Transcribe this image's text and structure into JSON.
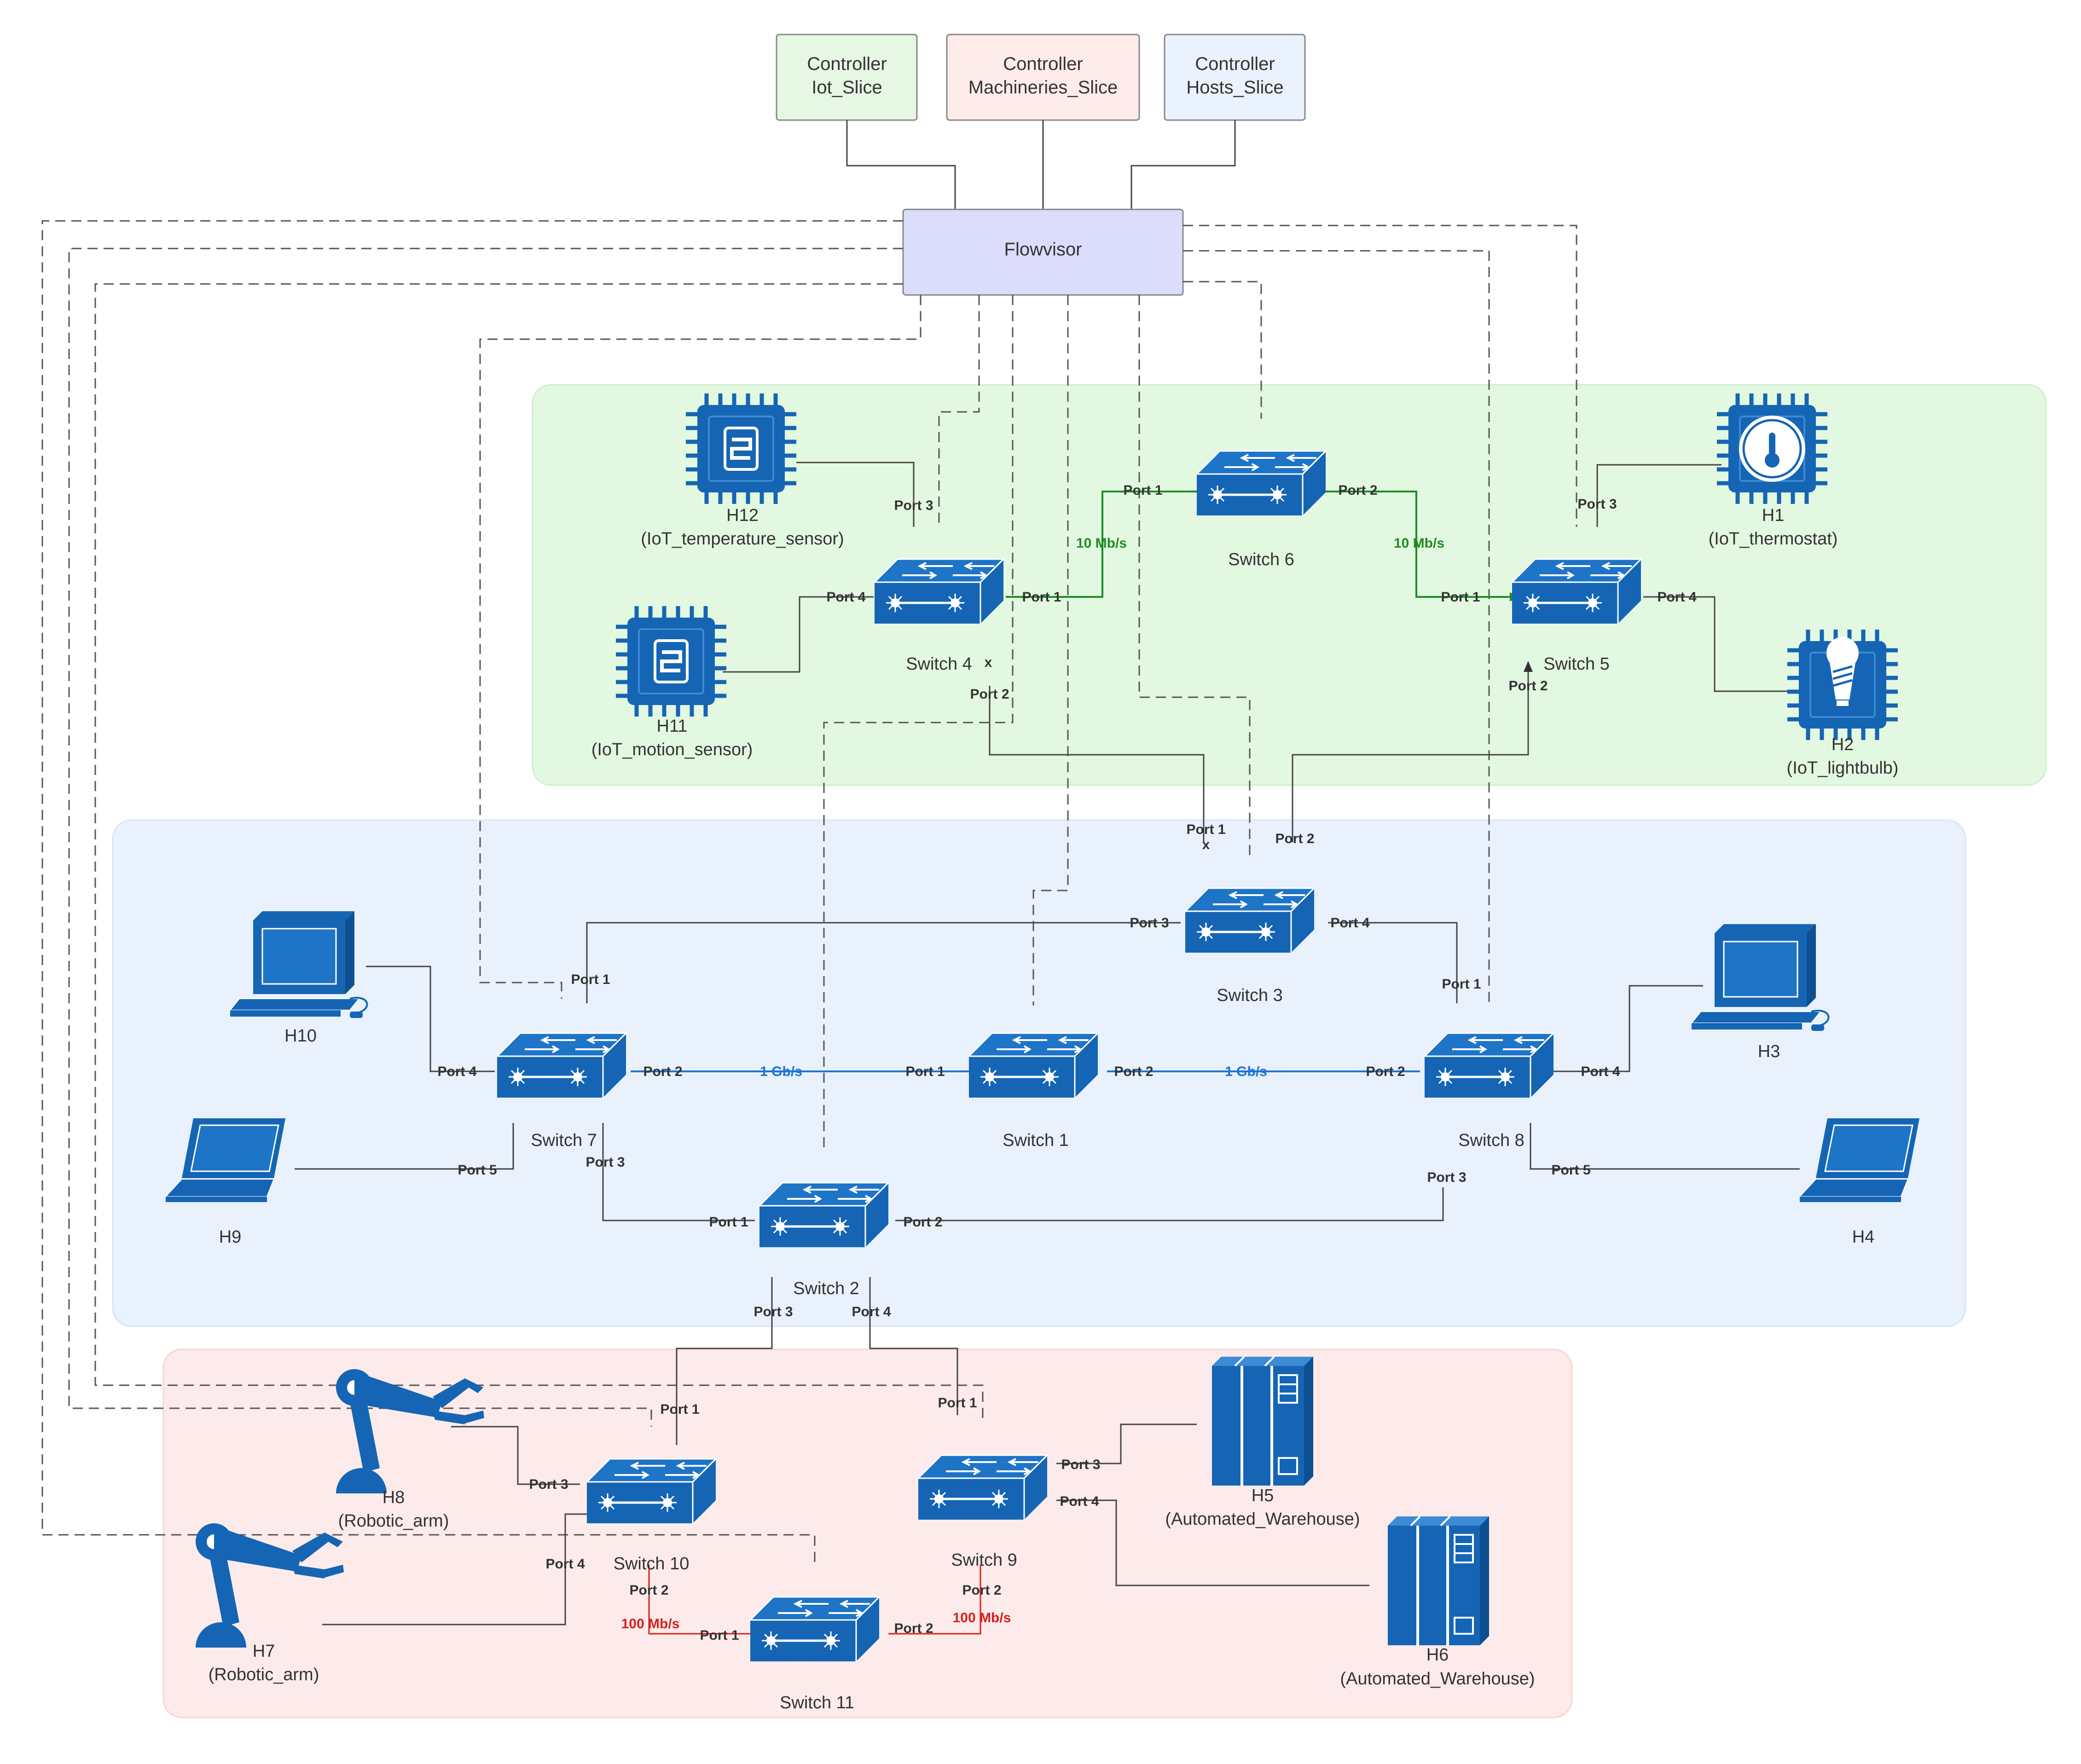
{
  "controllers": [
    {
      "line1": "Controller",
      "line2": "Iot_Slice"
    },
    {
      "line1": "Controller",
      "line2": "Machineries_Slice"
    },
    {
      "line1": "Controller",
      "line2": "Hosts_Slice"
    }
  ],
  "flowvisor": "Flowvisor",
  "switches": {
    "s1": "Switch 1",
    "s2": "Switch 2",
    "s3": "Switch 3",
    "s4": "Switch 4",
    "s5": "Switch 5",
    "s6": "Switch 6",
    "s7": "Switch 7",
    "s8": "Switch 8",
    "s9": "Switch 9",
    "s10": "Switch 10",
    "s11": "Switch 11"
  },
  "hosts": {
    "h1": {
      "name": "H1",
      "role": "(IoT_thermostat)"
    },
    "h2": {
      "name": "H2",
      "role": "(IoT_lightbulb)"
    },
    "h3": {
      "name": "H3"
    },
    "h4": {
      "name": "H4"
    },
    "h5": {
      "name": "H5",
      "role": "(Automated_Warehouse)"
    },
    "h6": {
      "name": "H6",
      "role": "(Automated_Warehouse)"
    },
    "h7": {
      "name": "H7",
      "role": "(Robotic_arm)"
    },
    "h8": {
      "name": "H8",
      "role": "(Robotic_arm)"
    },
    "h9": {
      "name": "H9"
    },
    "h10": {
      "name": "H10"
    },
    "h11": {
      "name": "H11",
      "role": "(IoT_motion_sensor)"
    },
    "h12": {
      "name": "H12",
      "role": "(IoT_temperature_sensor)"
    }
  },
  "ports": {
    "p1": "Port 1",
    "p2": "Port 2",
    "p3": "Port 3",
    "p4": "Port 4",
    "p5": "Port 5"
  },
  "bandwidth": {
    "iot": "10 Mb/s",
    "hosts": "1 Gb/s",
    "machineries": "100 Mb/s"
  },
  "marks": {
    "down": "x"
  },
  "colors": {
    "iot_zone": "#e3f8e0",
    "hosts_zone": "#e8f1fc",
    "machineries_zone": "#fcebea",
    "iot_ctrl": "#e6f7e4",
    "mach_ctrl": "#fdecea",
    "hosts_ctrl": "#eaf2fd",
    "flowvisor": "#dcdcfc",
    "device": "#1565b4",
    "iot_link": "#1f8b24",
    "hosts_link": "#1f73d6",
    "mach_link": "#d61f1f"
  }
}
